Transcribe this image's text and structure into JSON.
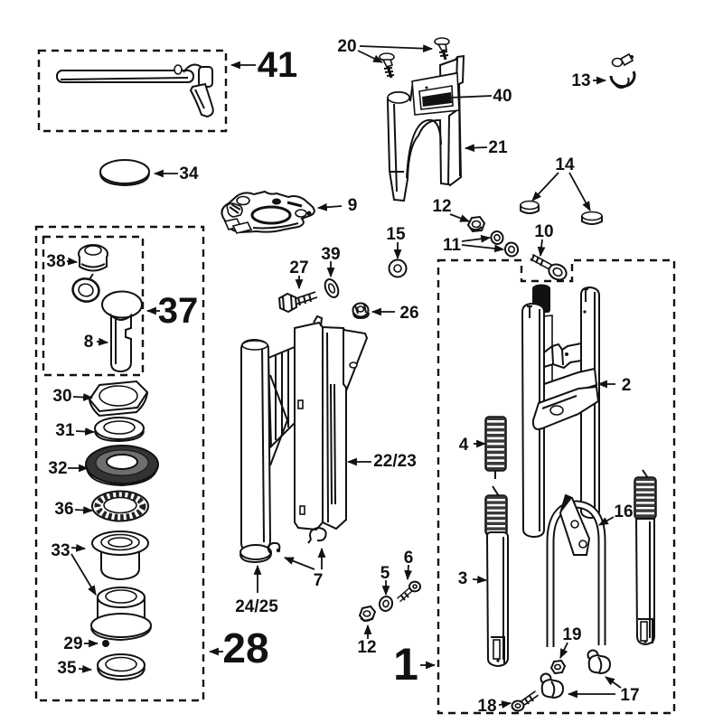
{
  "diagram": {
    "type": "exploded-parts-diagram",
    "subject": "front fork / steering assembly parts catalogue plate",
    "colors": {
      "ink": "#111111",
      "background": "#ffffff",
      "shade": "#3a3a3a"
    },
    "labels": {
      "n1": "1",
      "n2": "2",
      "n3": "3",
      "n4": "4",
      "n5": "5",
      "n6": "6",
      "n7": "7",
      "n8": "8",
      "n9": "9",
      "n10": "10",
      "n11": "11",
      "n12a": "12",
      "n12b": "12",
      "n13": "13",
      "n14": "14",
      "n15": "15",
      "n16": "16",
      "n17": "17",
      "n18": "18",
      "n19": "19",
      "n20": "20",
      "n21": "21",
      "n22_23": "22/23",
      "n24_25": "24/25",
      "n26": "26",
      "n27": "27",
      "n28": "28",
      "n29": "29",
      "n30": "30",
      "n31": "31",
      "n32": "32",
      "n33": "33",
      "n34": "34",
      "n35": "35",
      "n36": "36",
      "n37": "37",
      "n38": "38",
      "n39": "39",
      "n40": "40",
      "n41": "41"
    }
  }
}
